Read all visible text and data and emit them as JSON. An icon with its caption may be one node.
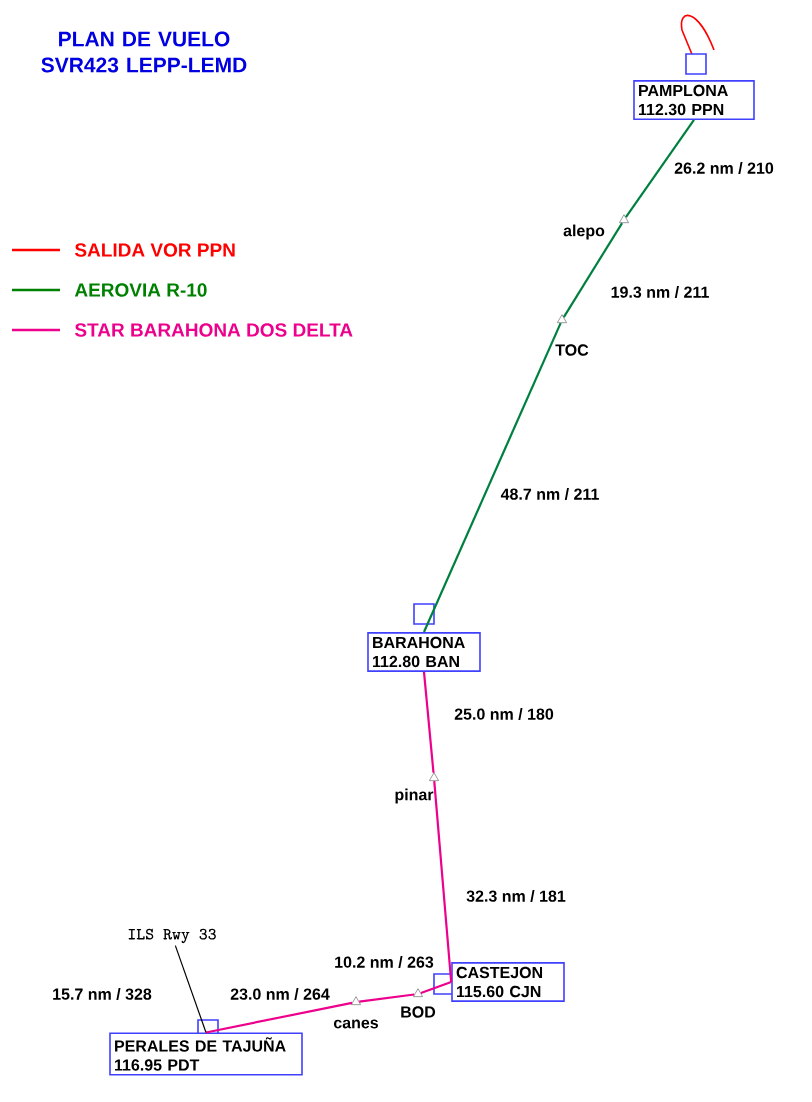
{
  "diagram": {
    "title": "PLAN DE VUELO SVR423 LEPP-LEMD",
    "nodes": [
      {
        "text": [
          "PAMPLONA 112.30 PPN"
        ]
      },
      {
        "text": [
          "alepo"
        ]
      },
      {
        "text": [
          "TOC"
        ]
      },
      {
        "text": [
          "BARAHONA 112.80 BAN"
        ]
      },
      {
        "text": [
          "pinar"
        ]
      },
      {
        "text": [
          "CASTEJON 115.60 CJN"
        ]
      },
      {
        "text": [
          "BOD"
        ]
      },
      {
        "text": [
          "canes"
        ]
      },
      {
        "text": [
          "PERALES DE TAJUÑA 116.95 PDT"
        ]
      },
      {
        "text": [
          "ILS Rwy 33"
        ]
      }
    ],
    "edges": [
      {
        "from": 0,
        "to": 1,
        "arrow": "none",
        "label": "26.2 nm / 210",
        "color": "#008040"
      },
      {
        "from": 1,
        "to": 2,
        "arrow": "none",
        "label": "19.3 nm / 211",
        "color": "#008040"
      },
      {
        "from": 2,
        "to": 3,
        "arrow": "none",
        "label": "48.7 nm / 211",
        "color": "#008040"
      },
      {
        "from": 3,
        "to": 4,
        "arrow": "none",
        "label": "25.0 nm / 180"
      },
      {
        "from": 4,
        "to": 5,
        "arrow": "none",
        "label": "32.3 nm / 181"
      },
      {
        "from": 5,
        "to": 6,
        "arrow": "none",
        "label": "10.2 nm / 263"
      },
      {
        "from": 6,
        "to": 7,
        "arrow": "none"
      },
      {
        "from": 7,
        "to": 8,
        "arrow": "none",
        "label": "23.0 nm / 264"
      },
      {
        "from": 9,
        "to": 8,
        "arrow": "none",
        "color": "#000000"
      }
    ],
    "labels": [
      "15.7 nm / 328"
    ],
    "legend": [
      {
        "text": "SALIDA VOR PPN"
      },
      {
        "text": "AEROVIA R-10"
      },
      {
        "text": "STAR BARAHONA DOS DELTA"
      }
    ]
  }
}
